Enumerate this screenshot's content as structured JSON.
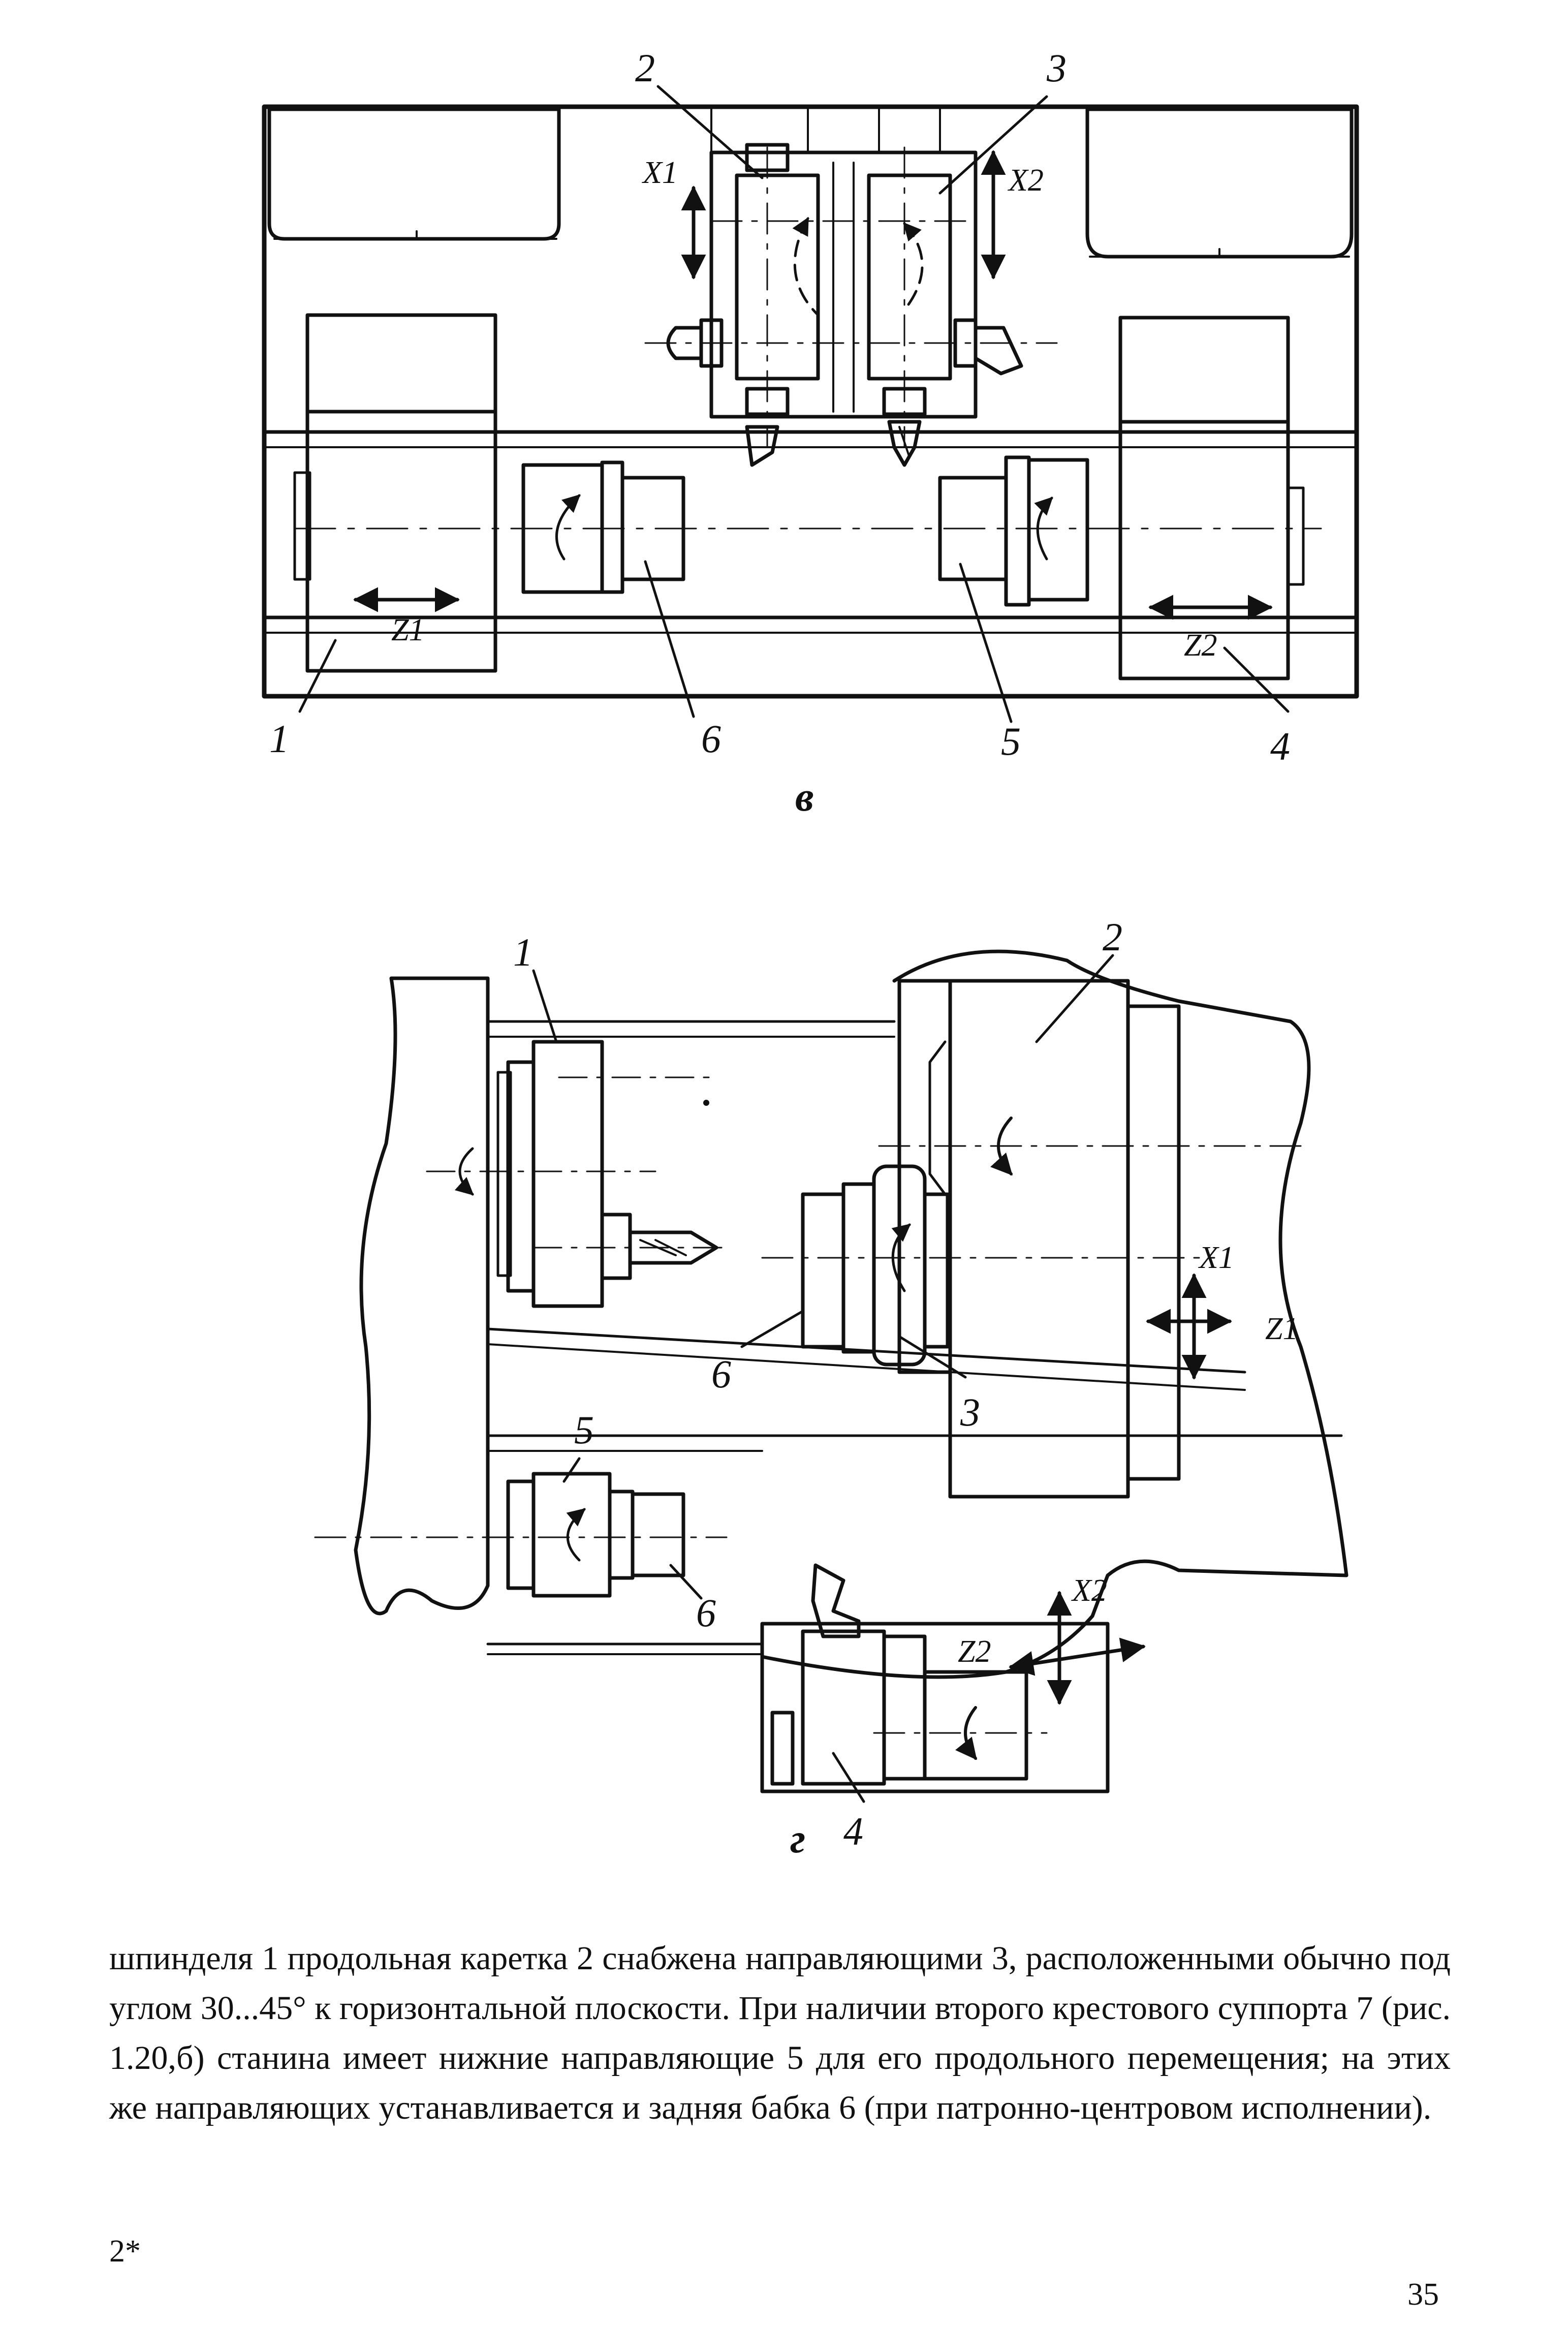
{
  "figure_v": {
    "caption": "в",
    "callouts": [
      "1",
      "2",
      "3",
      "4",
      "5",
      "6"
    ],
    "axis_labels": {
      "x1": "X1",
      "x2": "X2",
      "z1": "Z1",
      "z2": "Z2"
    }
  },
  "figure_g": {
    "caption": "г",
    "callouts": [
      "1",
      "2",
      "3",
      "4",
      "5",
      "6",
      "6"
    ],
    "axis_labels": {
      "x1": "X1",
      "x2": "X2",
      "z1": "Z1",
      "z2": "Z2"
    }
  },
  "body_text": "шпинделя 1 продольная каретка 2 снабжена направляющими 3, расположенными обычно под углом 30...45° к горизонтальной плоскости. При наличии второго крестового суппорта 7 (рис. 1.20,б) станина имеет нижние направляющие 5 для его продольного перемещения; на этих же направляющих устанавливается и задняя бабка 6 (при патронно-центровом исполнении).",
  "footnote_mark": "2*",
  "page_number": "35"
}
